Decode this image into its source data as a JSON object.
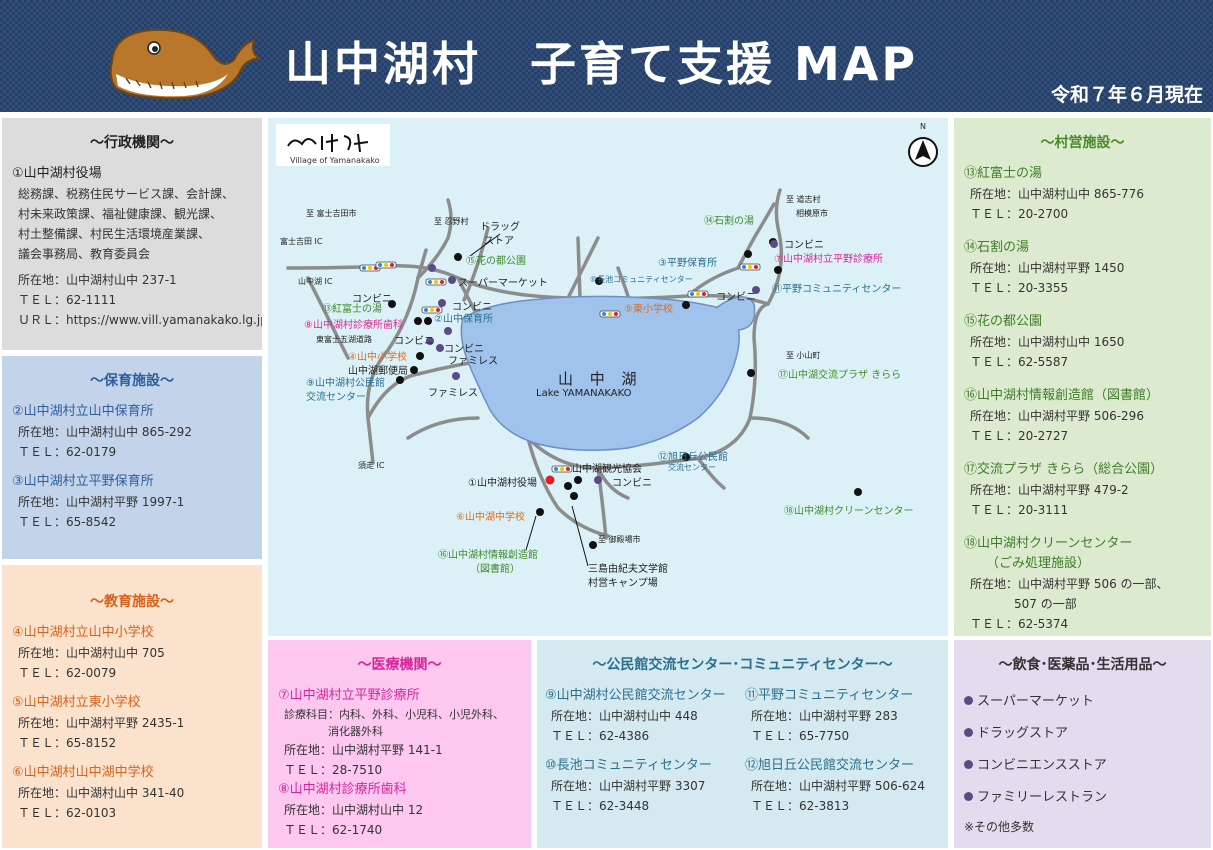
{
  "header": {
    "title": "山中湖村　子育て支援 MAP",
    "date": "令和７年６月現在"
  },
  "gyosei": {
    "heading": "～行政機関～",
    "title": "①山中湖村役場",
    "lines": [
      "総務課、税務住民サービス課、会計課、",
      "村未来政策課、福祉健康課、観光課、",
      "村土整備課、村民生活環境産業課、",
      "議会事務局、教育委員会"
    ],
    "address": "所在地：山中湖村山中 237-1",
    "tel": "ＴＥＬ：62-1111",
    "url": "ＵＲＬ：https://www.vill.yamanakako.lg.jp"
  },
  "hoiku": {
    "heading": "～保育施設～",
    "items": [
      {
        "title": "②山中湖村立山中保育所",
        "address": "所在地：山中湖村山中 865-292",
        "tel": "ＴＥＬ：62-0179"
      },
      {
        "title": "③山中湖村立平野保育所",
        "address": "所在地：山中湖村平野 1997-1",
        "tel": "ＴＥＬ：65-8542"
      }
    ]
  },
  "kyoiku": {
    "heading": "～教育施設～",
    "items": [
      {
        "title": "④山中湖村立山中小学校",
        "address": "所在地：山中湖村山中 705",
        "tel": "ＴＥＬ：62-0079"
      },
      {
        "title": "⑤山中湖村立東小学校",
        "address": "所在地：山中湖村平野 2435-1",
        "tel": "ＴＥＬ：65-8152"
      },
      {
        "title": "⑥山中湖村山中湖中学校",
        "address": "所在地：山中湖村山中 341-40",
        "tel": "ＴＥＬ：62-0103"
      }
    ]
  },
  "iryo": {
    "heading": "～医療機関～",
    "items": [
      {
        "title": "⑦山中湖村立平野診療所",
        "subject": "診療科目：内科、外科、小児科、小児外科、",
        "subject2": "消化器外科",
        "address": "所在地：山中湖村平野 141-1",
        "tel": "ＴＥＬ：28-7510"
      },
      {
        "title": "⑧山中湖村診療所歯科",
        "address": "所在地：山中湖村山中 12",
        "tel": "ＴＥＬ：62-1740"
      }
    ]
  },
  "kominkan": {
    "heading": "～公民館交流センター･コミュニティセンター～",
    "items": [
      {
        "title": "⑨山中湖村公民館交流センター",
        "address": "所在地：山中湖村山中 448",
        "tel": "ＴＥＬ：62-4386"
      },
      {
        "title": "⑩長池コミュニティセンター",
        "address": "所在地：山中湖村平野 3307",
        "tel": "ＴＥＬ：62-3448"
      },
      {
        "title": "⑪平野コミュニティセンター",
        "address": "所在地：山中湖村平野 283",
        "tel": "ＴＥＬ：65-7750"
      },
      {
        "title": "⑫旭日丘公民館交流センター",
        "address": "所在地：山中湖村平野 506-624",
        "tel": "ＴＥＬ：62-3813"
      }
    ]
  },
  "sonei": {
    "heading": "～村営施設～",
    "items": [
      {
        "title": "⑬紅富士の湯",
        "address": "所在地：山中湖村山中 865-776",
        "tel": "ＴＥＬ：20-2700"
      },
      {
        "title": "⑭石割の湯",
        "address": "所在地：山中湖村平野 1450",
        "tel": "ＴＥＬ：20-3355"
      },
      {
        "title": "⑮花の都公園",
        "address": "所在地：山中湖村山中 1650",
        "tel": "ＴＥＬ：62-5587"
      },
      {
        "title": "⑯山中湖村情報創造館（図書館）",
        "address": "所在地：山中湖村平野 506-296",
        "tel": "ＴＥＬ：20-2727"
      },
      {
        "title": "⑰交流プラザ きらら（総合公園）",
        "address": "所在地：山中湖村平野 479-2",
        "tel": "ＴＥＬ：20-3111"
      },
      {
        "title": "⑱山中湖村クリーンセンター",
        "title2": "（ごみ処理施設）",
        "address": "所在地：山中湖村平野 506 の一部、",
        "address2": "507 の一部",
        "tel": "ＴＥＬ：62-5374"
      }
    ]
  },
  "shop": {
    "heading": "～飲食･医薬品･生活用品～",
    "items": [
      "スーパーマーケット",
      "ドラッグストア",
      "コンビニエンスストア",
      "ファミリーレストラン"
    ],
    "note": "※その他多数"
  },
  "map": {
    "logo": "Village of Yamanakako",
    "north": "N",
    "lake_ja": "山 中 湖",
    "lake_en": "Lake YAMANAKAKO",
    "labels": {
      "to_fujiyoshida": "至 富士吉田市",
      "fujiyoshida_ic": "富士吉田 IC",
      "yamanakako_ic": "山中湖 IC",
      "to_oshino": "至 忍野村",
      "drug1": "ドラッグ",
      "drug2": "ストア",
      "p15": "⑮花の都公園",
      "supermarket": "スーパーマーケット",
      "conv_a": "コンビニ",
      "conv_b": "コンビニ",
      "conv_c": "コンビニ",
      "conv_d": "コンビニ",
      "conv_e": "コンビニ",
      "conv_f": "コンビニ",
      "conv_g": "コンビニ",
      "p13": "⑬紅富士の湯",
      "p8": "⑧山中湖村診療所歯科",
      "p2": "②山中保育所",
      "higashifuji": "東富士五湖道路",
      "p4": "④山中小学校",
      "post": "山中湖郵便局",
      "famires1": "ファミレス",
      "famires2": "ファミレス",
      "p9a": "⑨山中湖村公民館",
      "p9b": "交流センター",
      "to_doshi1": "至 道志村",
      "to_doshi2": "相模原市",
      "p14": "⑭石割の湯",
      "p3": "③平野保育所",
      "p7": "⑦山中湖村立平野診療所",
      "p10": "⑩長池コミュニティセンター",
      "p11": "⑪平野コミュニティセンター",
      "p5": "⑤東小学校",
      "to_oyama": "至 小山町",
      "p17": "⑰山中湖交流プラザ きらら",
      "p12a": "⑫旭日丘公民館",
      "p12b": "交流センター",
      "kanko": "山中湖観光協会",
      "p1": "①山中湖村役場",
      "p6": "⑥山中湖中学校",
      "p16a": "⑯山中湖村情報創造館",
      "p16b": "（図書館）",
      "mishima1": "三島由紀夫文学館",
      "mishima2": "村営キャンプ場",
      "to_gotemba": "至 御殿場市",
      "subashiri_ic": "須走 IC",
      "p18": "⑱山中湖村クリーンセンター"
    },
    "colors": {
      "lake": "#9fc3ec",
      "road": "#8c8c8c",
      "facility": "#111111",
      "shop": "#5a4a86",
      "townhall": "#e02020"
    }
  }
}
